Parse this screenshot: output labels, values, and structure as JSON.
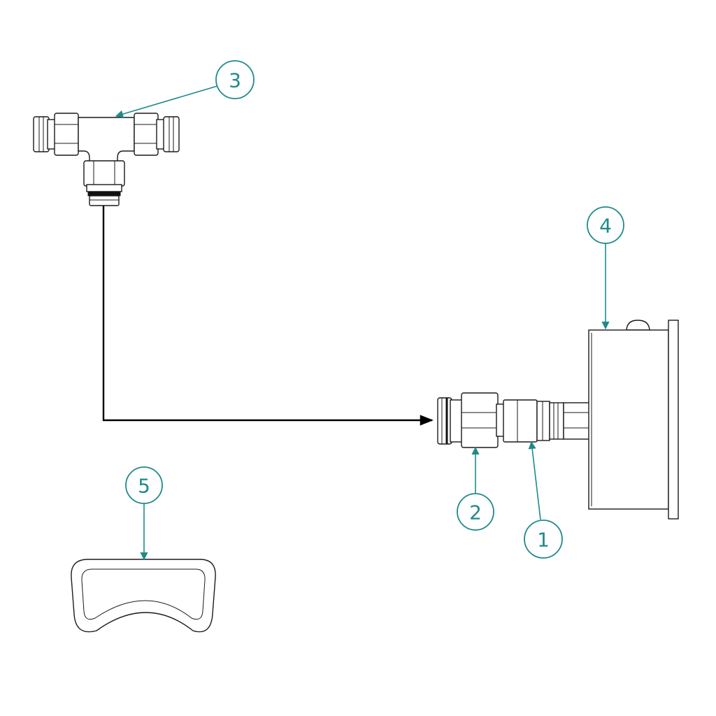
{
  "colors": {
    "balloon": "#1f8a8a",
    "linework": "#1a1a1a",
    "tube": "#000000",
    "background": "#ffffff"
  },
  "balloons": [
    {
      "id": "item-1",
      "label": "1"
    },
    {
      "id": "item-2",
      "label": "2"
    },
    {
      "id": "item-3",
      "label": "3"
    },
    {
      "id": "item-4",
      "label": "4"
    },
    {
      "id": "item-5",
      "label": "5"
    }
  ]
}
